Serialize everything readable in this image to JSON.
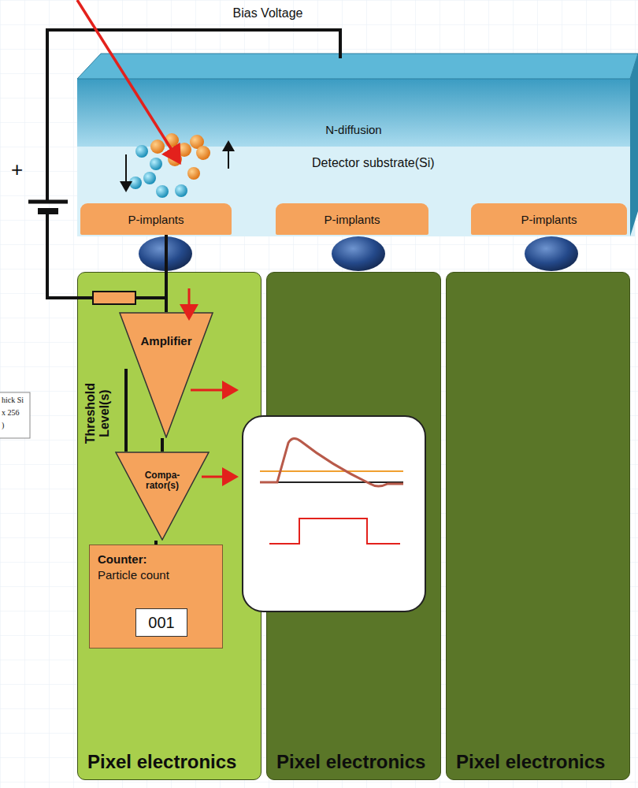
{
  "diagram": {
    "nodes": [
      {
        "text": [
          "Detector substrate(Si)"
        ]
      },
      {
        "text": [
          "N-diffusion"
        ],
        "in": 0
      },
      {
        "text": [
          "P-implants"
        ],
        "in": 0
      },
      {
        "text": [
          "P-implants"
        ],
        "in": 0
      },
      {
        "text": [
          "P-implants"
        ],
        "in": 0
      },
      {
        "text": [
          "Pixel electronics"
        ]
      },
      {
        "text": [
          "Pixel electronics"
        ]
      },
      {
        "text": [
          "Pixel electronics"
        ]
      },
      {
        "text": [
          "Amplifier"
        ],
        "in": 5
      },
      {
        "text": [
          "Compa-rator(s)"
        ],
        "in": 5
      },
      {
        "text": [
          "Counter:",
          "Particle count"
        ],
        "in": 5
      },
      {
        "text": [
          "001"
        ],
        "in": 10
      }
    ],
    "edges": [
      {
        "from": 2,
        "to": 8,
        "arrow": "none"
      },
      {
        "from": 8,
        "to": 9,
        "arrow": "none"
      },
      {
        "from": 9,
        "to": 10,
        "arrow": "none"
      }
    ],
    "labels": [
      "Bias Voltage",
      "+",
      "Threshold Level(s)",
      "hick Si",
      "x 256",
      ")"
    ]
  }
}
